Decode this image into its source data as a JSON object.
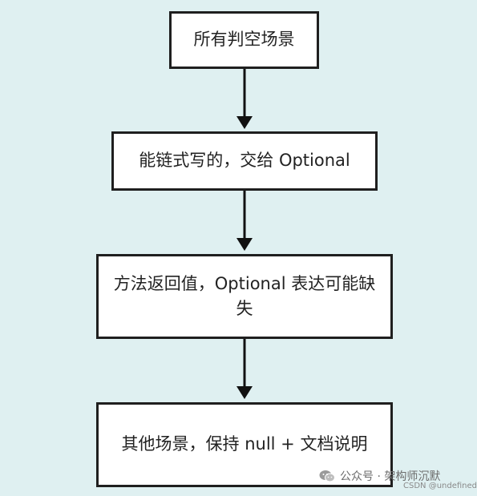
{
  "diagram": {
    "nodes": [
      {
        "id": "n1",
        "label": "所有判空场景"
      },
      {
        "id": "n2",
        "label": "能链式写的，交给 Optional"
      },
      {
        "id": "n3",
        "label": "方法返回值，Optional 表达可能缺失"
      },
      {
        "id": "n4",
        "label": "其他场景，保持 null + 文档说明"
      }
    ],
    "edges": [
      {
        "from": "n1",
        "to": "n2"
      },
      {
        "from": "n2",
        "to": "n3"
      },
      {
        "from": "n3",
        "to": "n4"
      }
    ]
  },
  "watermark": {
    "text": "公众号 · 架构师沉默",
    "source": "CSDN @undefined"
  },
  "colors": {
    "background": "#ffffff",
    "grid_plus": "#dff0f1",
    "node_border": "#1f1f1f",
    "arrow": "#111111",
    "text": "#222222"
  },
  "icons": [
    "wechat-logo-icon"
  ]
}
